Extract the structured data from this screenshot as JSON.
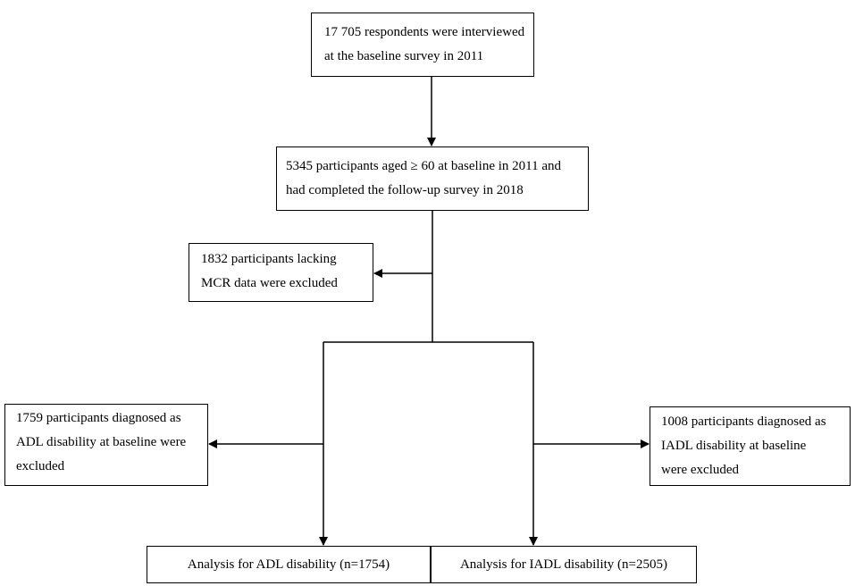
{
  "flowchart": {
    "baseline": {
      "line1": "17 705 respondents were interviewed",
      "line2": "at the baseline survey in 2011"
    },
    "participants": {
      "line1": "5345 participants aged ≥ 60 at baseline in 2011 and",
      "line2": "had completed the follow-up survey in 2018"
    },
    "excluded_mcr": {
      "line1": "1832 participants lacking",
      "line2": "MCR data were excluded"
    },
    "excluded_adl": {
      "line1": "1759 participants diagnosed as",
      "line2": "ADL disability at baseline were",
      "line3": "excluded"
    },
    "excluded_iadl": {
      "line1": "1008 participants diagnosed as",
      "line2": "IADL disability at baseline",
      "line3": "were excluded"
    },
    "analysis_adl": "Analysis for ADL disability (n=1754)",
    "analysis_iadl": "Analysis for IADL disability (n=2505)"
  }
}
